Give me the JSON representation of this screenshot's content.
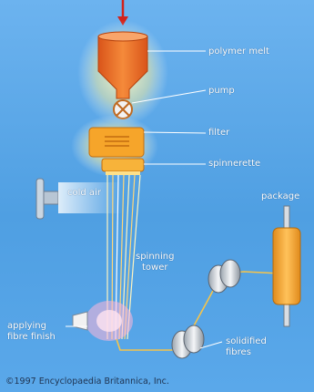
{
  "labels": {
    "polymer_melt": "polymer melt",
    "pump": "pump",
    "filter": "filter",
    "spinnerette": "spinnerette",
    "cold_air": "cold air",
    "package": "package",
    "spinning_tower": "spinning\ntower",
    "applying_fibre_finish": "applying\nfibre finish",
    "solidified_fibres": "solidified\nfibres"
  },
  "credit": "©1997 Encyclopaedia Britannica, Inc.",
  "colors": {
    "background": "#5aa6e6",
    "hopper": "#f07a2a",
    "filter_box": "#f6a52a",
    "package_roll": "#f5a62e",
    "glow": "#fff6b0",
    "leader_line": "#ffffff"
  }
}
